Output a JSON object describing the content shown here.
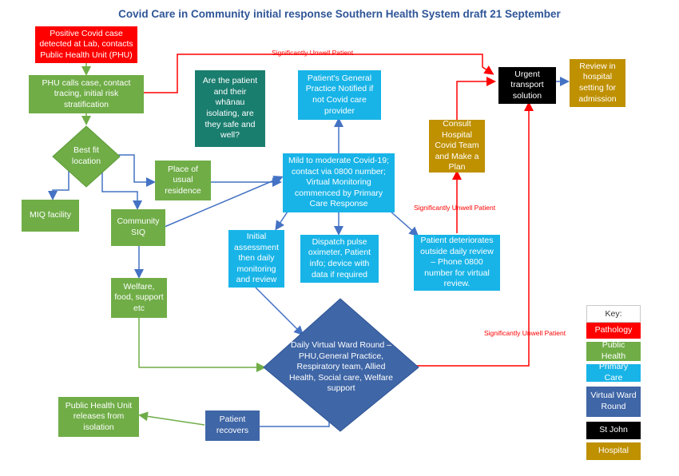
{
  "title": "Covid Care in Community initial response  Southern Health System  draft 21 September",
  "nodes": {
    "positive_case": "Positive Covid case detected at Lab, contacts Public Health Unit (PHU)",
    "phu_calls": "PHU calls case, contact tracing, initial risk stratification",
    "best_fit": "Best fit location",
    "miq": "MIQ facility",
    "community_siq": "Community SIQ",
    "usual_residence": "Place of usual residence",
    "welfare": "Welfare, food, support etc",
    "isolating_question": "Are the patient and their whānau isolating, are they safe and well?",
    "gp_notified": "Patient's General Practice Notified if not Covid care provider",
    "mild_moderate": "Mild to moderate Covid-19; contact via 0800 number; Virtual Monitoring commenced by Primary Care Response",
    "initial_assessment": "Initial assessment then daily monitoring and review",
    "dispatch_oximeter": "Dispatch pulse oximeter, Patient info;  device with data if required",
    "patient_deteriorates": "Patient deteriorates outside daily review – Phone 0800 number for virtual review.",
    "consult_hospital": "Consult Hospital Covid Team and Make a Plan",
    "urgent_transport": "Urgent transport solution",
    "review_hospital": "Review in hospital setting for admission",
    "virtual_ward_round": "Daily Virtual Ward Round – PHU,General Practice, Respiratory team, Allied Health, Social care, Welfare support",
    "patient_recovers": "Patient recovers",
    "phu_releases": "Public Health Unit releases from isolation"
  },
  "edge_labels": {
    "unwell_top": "Significantly Unwell Patient",
    "unwell_middle": "Significantly Unwell Patient",
    "unwell_bottom": "Significantly Unwell Patient"
  },
  "key": {
    "title": "Key:",
    "items": [
      {
        "label": "Pathology",
        "color": "#ff0000"
      },
      {
        "label": "Public Health",
        "color": "#70ad47"
      },
      {
        "label": "Primary Care",
        "color": "#18b4e8"
      },
      {
        "label": "Virtual Ward Round",
        "color": "#3f66a6"
      },
      {
        "label": "St John",
        "color": "#000000"
      },
      {
        "label": "Hospital",
        "color": "#bf9000"
      }
    ]
  },
  "colors": {
    "arrow_blue": "#4472c4",
    "arrow_green": "#70ad47",
    "arrow_red": "#ff0000",
    "title": "#2f5597"
  }
}
